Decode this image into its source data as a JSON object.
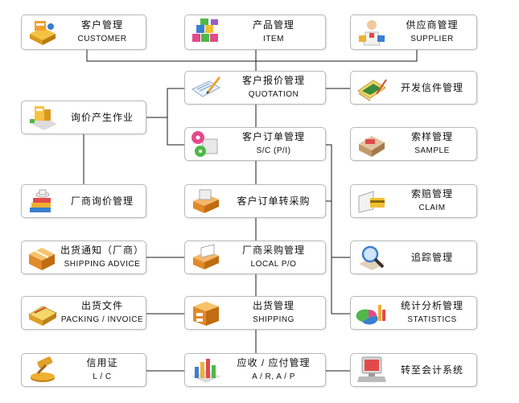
{
  "diagram": {
    "line_color": "#1a1a1a",
    "nodes": [
      {
        "id": "customer",
        "zh": "客户管理",
        "en": "CUSTOMER",
        "icon": "customer-icon"
      },
      {
        "id": "item",
        "zh": "产品管理",
        "en": "ITEM",
        "icon": "item-icon"
      },
      {
        "id": "supplier",
        "zh": "供应商管理",
        "en": "SUPPLIER",
        "icon": "supplier-icon"
      },
      {
        "id": "quotation",
        "zh": "客户报价管理",
        "en": "QUOTATION",
        "icon": "quotation-icon"
      },
      {
        "id": "develop-letter",
        "zh": "开发信件管理",
        "en": "",
        "icon": "letter-icon"
      },
      {
        "id": "inquiry",
        "zh": "询价产生作业",
        "en": "",
        "icon": "inquiry-icon"
      },
      {
        "id": "sales-contract",
        "zh": "客户订单管理",
        "en": "S/C (P/I)",
        "icon": "sales-contract-icon"
      },
      {
        "id": "sample",
        "zh": "索样管理",
        "en": "SAMPLE",
        "icon": "sample-icon"
      },
      {
        "id": "vendor-inquiry",
        "zh": "厂商询价管理",
        "en": "",
        "icon": "vendor-inquiry-icon"
      },
      {
        "id": "order-to-purchase",
        "zh": "客户订单转采购",
        "en": "",
        "icon": "order-to-purchase-icon"
      },
      {
        "id": "claim",
        "zh": "索赔管理",
        "en": "CLAIM",
        "icon": "claim-icon"
      },
      {
        "id": "shipping-advice",
        "zh": "出货通知（厂商）",
        "en": "SHIPPING ADVICE",
        "icon": "shipping-advice-icon"
      },
      {
        "id": "local-po",
        "zh": "厂商采购管理",
        "en": "LOCAL P/O",
        "icon": "local-po-icon"
      },
      {
        "id": "tracking",
        "zh": "追踪管理",
        "en": "",
        "icon": "magnifier-icon"
      },
      {
        "id": "packing",
        "zh": "出货文件",
        "en": "PACKING / INVOICE",
        "icon": "packing-icon"
      },
      {
        "id": "shipping",
        "zh": "出货管理",
        "en": "SHIPPING",
        "icon": "shipping-icon"
      },
      {
        "id": "statistics",
        "zh": "统计分析管理",
        "en": "STATISTICS",
        "icon": "statistics-icon"
      },
      {
        "id": "lc",
        "zh": "信用证",
        "en": "L / C",
        "icon": "gavel-icon"
      },
      {
        "id": "ar-ap",
        "zh": "应收 / 应付管理",
        "en": "A / R, A / P",
        "icon": "ar-ap-icon"
      },
      {
        "id": "accounting",
        "zh": "转至会计系统",
        "en": "",
        "icon": "computer-icon"
      }
    ]
  }
}
